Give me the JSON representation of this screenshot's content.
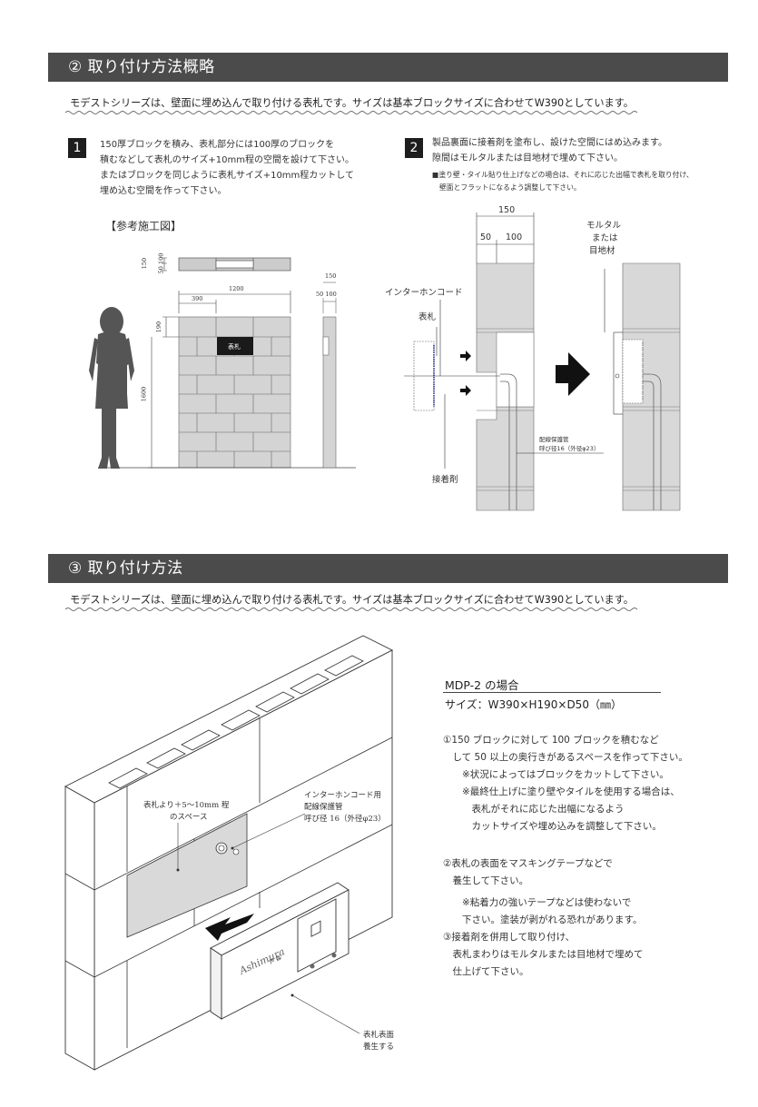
{
  "section2": {
    "title": "② 取り付け方法概略",
    "intro": "モデストシリーズは、壁面に埋め込んで取り付ける表札です。サイズは基本ブロックサイズに合わせてW390としています。",
    "step1": {
      "number": "1",
      "lines": [
        "150厚ブロックを積み、表札部分には100厚のブロックを",
        "積むなどして表札のサイズ+10mm程の空間を設けて下さい。",
        "またはブロックを同じように表札サイズ+10mm程カットして",
        "埋め込む空間を作って下さい。"
      ]
    },
    "step2": {
      "number": "2",
      "lines": [
        "製品裏面に接着剤を塗布し、設けた空間にはめ込みます。",
        "隙間はモルタルまたは目地材で埋めて下さい。"
      ],
      "notes": [
        "■塗り壁・タイル貼り仕上げなどの場合は、それに応じた出幅で表札を取り付け、",
        "壁面とフラットになるよう調整して下さい。"
      ]
    },
    "reference_title": "【参考施工図】",
    "drawing1": {
      "dim_150": "150",
      "dim_50_100": "50 100",
      "dim_1200": "1200",
      "dim_390": "390",
      "dim_190": "190",
      "dim_1600": "1600",
      "plate_label": "表札",
      "side_dim_150": "150",
      "side_dim_50_100": "50 100"
    },
    "drawing2": {
      "dim_150": "150",
      "dim_50": "50",
      "dim_100": "100",
      "mortar_label": [
        "モルタル",
        "または",
        "目地材"
      ],
      "intercom_cord": "インターホンコード",
      "plate_label": "表札",
      "adhesive": "接着剤",
      "conduit_label": [
        "配線保護管",
        "呼び径16（外径φ23）"
      ]
    }
  },
  "section3": {
    "title": "③ 取り付け方法",
    "intro": "モデストシリーズは、壁面に埋め込んで取り付ける表札です。サイズは基本ブロックサイズに合わせてW390としています。",
    "figure": {
      "space_label": [
        "表札より＋5～10mm 程",
        "のスペース"
      ],
      "conduit_label": [
        "インターホンコード用",
        "配線保護管",
        "呼び径 16（外径φ23）"
      ],
      "protect_label": [
        "表札表面",
        "養生する"
      ],
      "plate_script": "Ashimura",
      "plate_name": "芦 森"
    },
    "mdp_title": "MDP-2 の場合",
    "mdp_size": "サイズ：W390×H190×D50（㎜）",
    "instructions": [
      "①150 ブロックに対して 100 ブロックを積むなど",
      "　して 50 以上の奥行きがあるスペースを作って下さい。",
      "　　※状況によってはブロックをカットして下さい。",
      "　　※最終仕上げに塗り壁やタイルを使用する場合は、",
      "　　　表札がそれに応じた出幅になるよう",
      "　　　カットサイズや埋め込みを調整して下さい。",
      "",
      "②表札の表面をマスキングテープなどで",
      "　養生して下さい。",
      "　　※粘着力の強いテープなどは使わないで",
      "　　下さい。塗装が剥がれる恐れがあります。",
      "③接着剤を併用して取り付け、",
      "　表札まわりはモルタルまたは目地材で埋めて",
      "　仕上げて下さい。"
    ]
  }
}
